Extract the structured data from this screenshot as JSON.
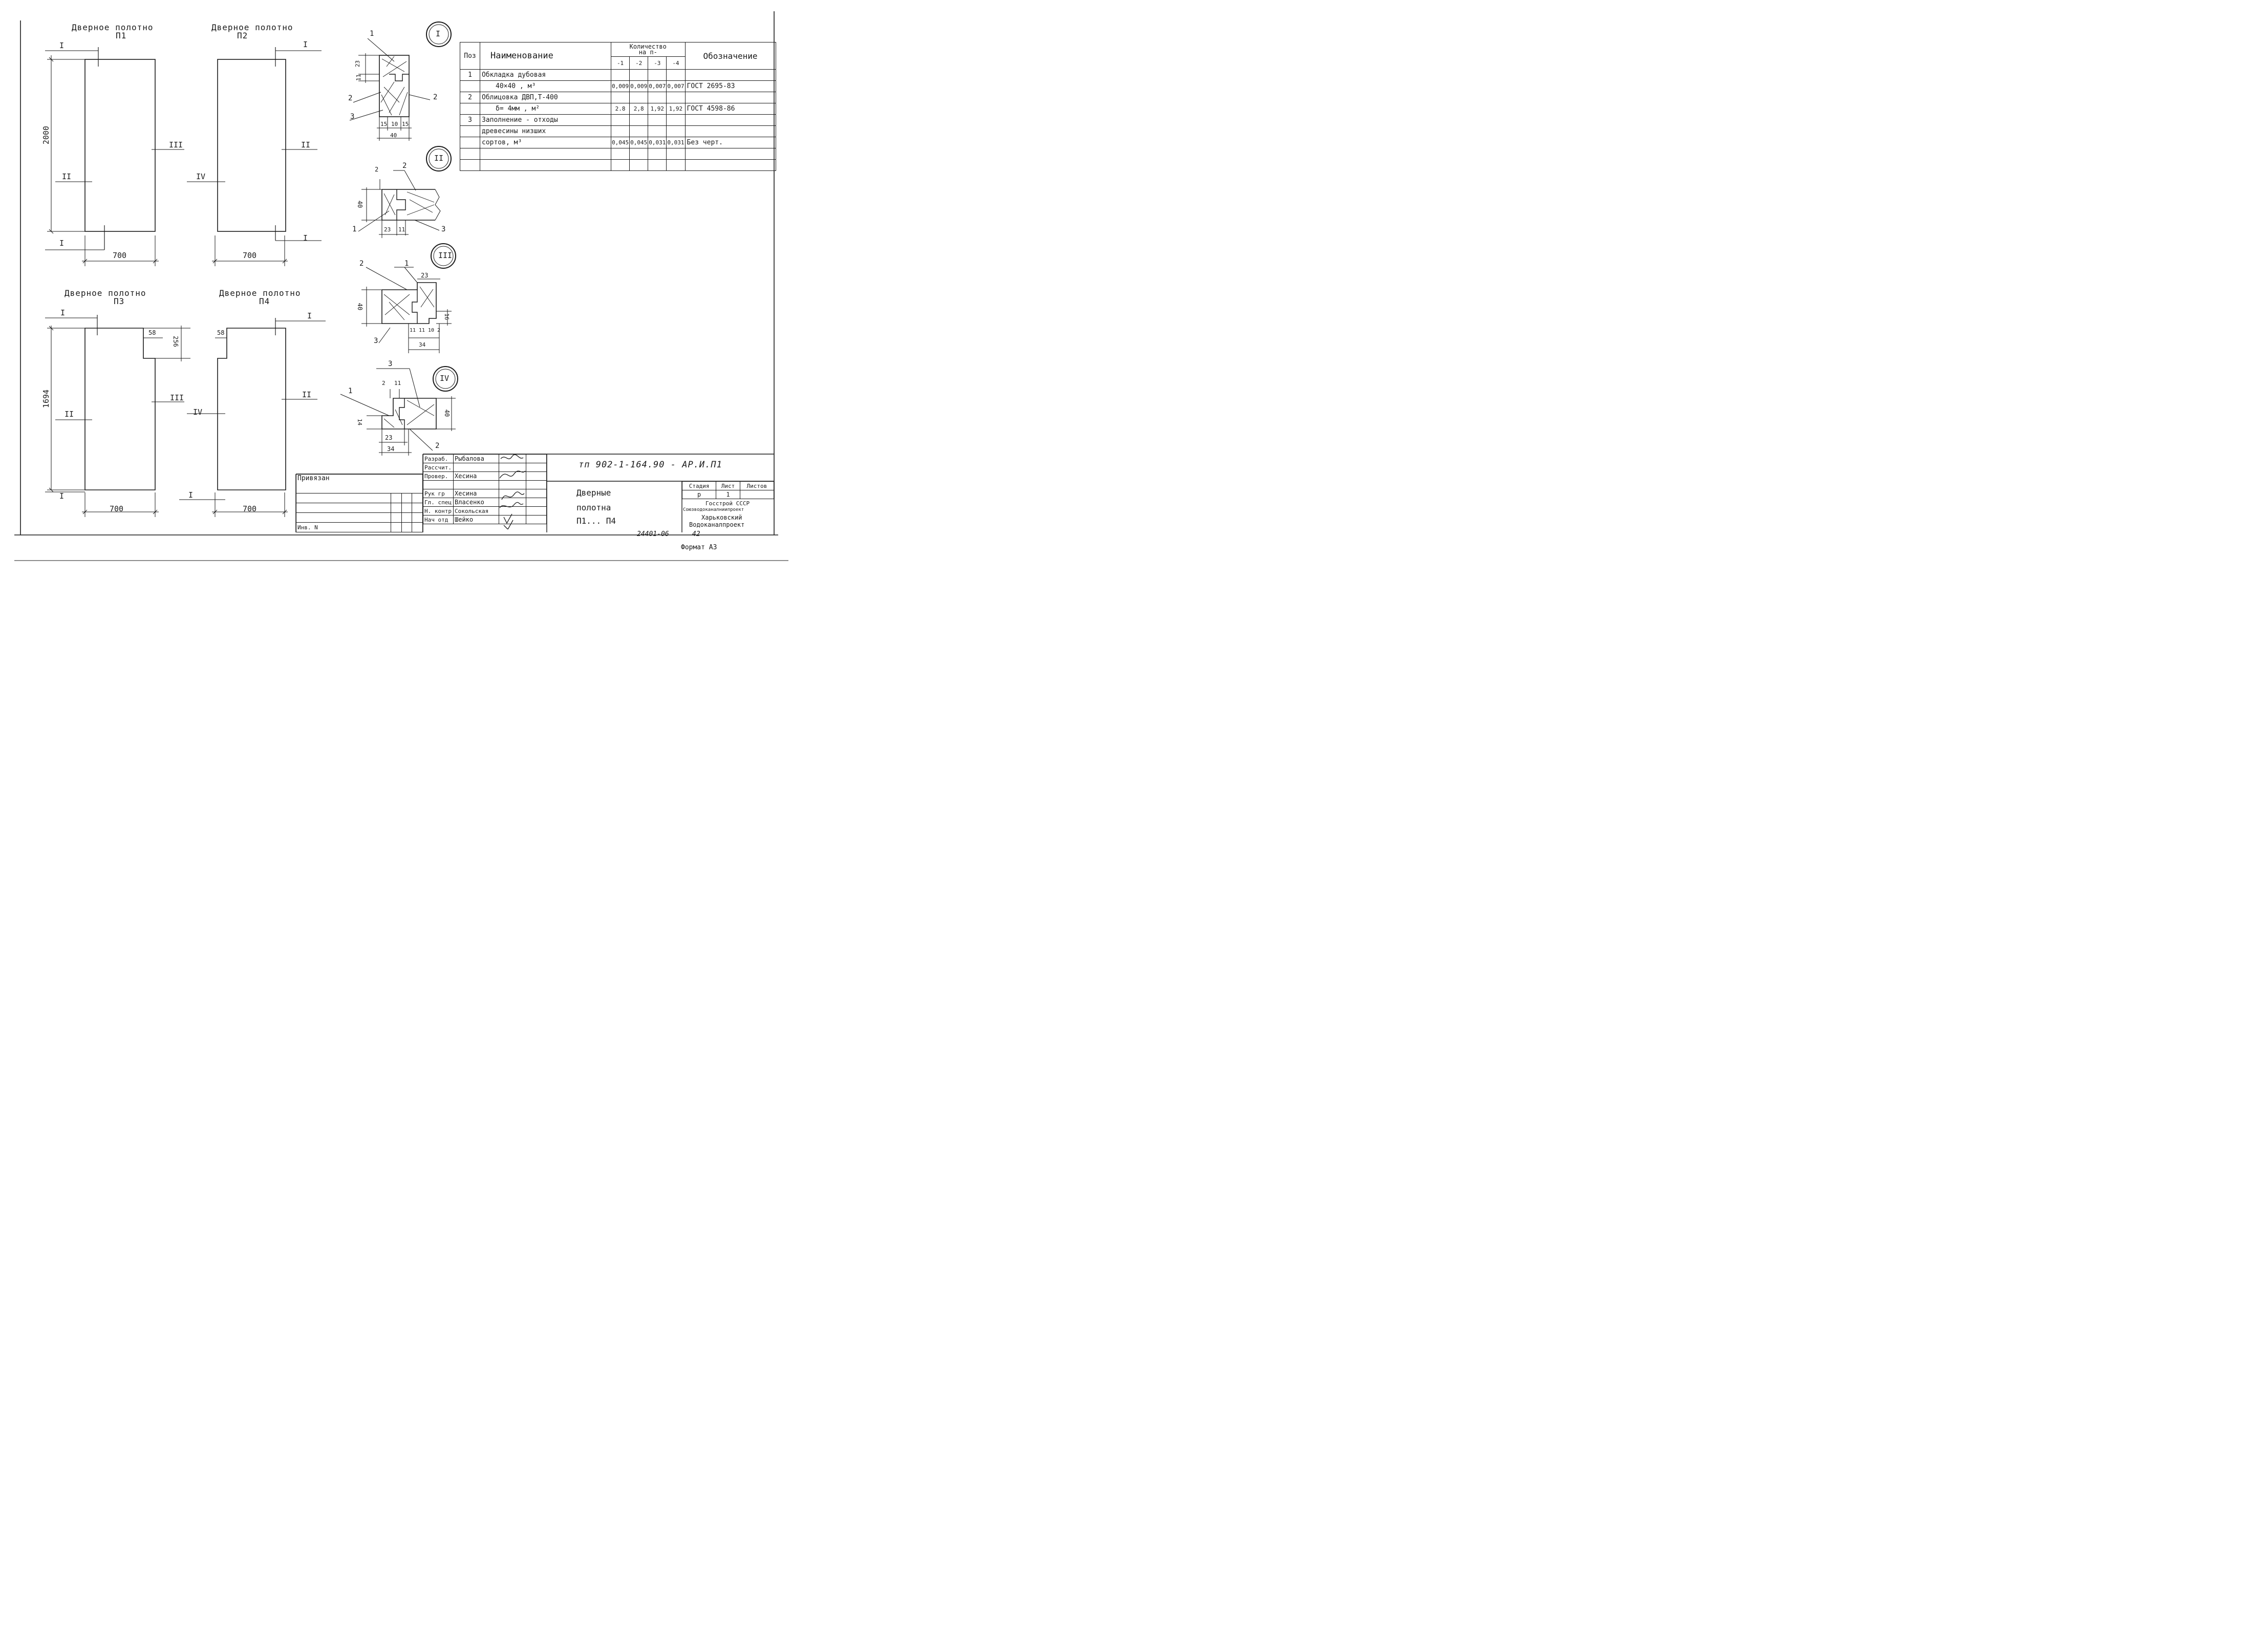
{
  "drawings": {
    "p1": {
      "title_line1": "Дверное полотно",
      "title_line2": "П1",
      "height_dim": "2000",
      "width_dim": "700",
      "mark_top": "I",
      "mark_bottom": "I",
      "mark_left": "II",
      "mark_right": "III"
    },
    "p2": {
      "title_line1": "Дверное полотно",
      "title_line2": "П2",
      "width_dim": "700",
      "mark_top": "I",
      "mark_bottom": "I",
      "mark_left": "IV",
      "mark_right": "II"
    },
    "p3": {
      "title_line1": "Дверное полотно",
      "title_line2": "П3",
      "height_dim": "1694",
      "width_dim": "700",
      "notch_w": "58",
      "notch_h": "256",
      "mark_top": "I",
      "mark_bottom": "I",
      "mark_left": "II",
      "mark_right": "III"
    },
    "p4": {
      "title_line1": "Дверное полотно",
      "title_line2": "П4",
      "width_dim": "700",
      "notch_w": "58",
      "mark_top": "I",
      "mark_bottom": "I",
      "mark_left": "IV",
      "mark_right": "II"
    }
  },
  "sections": {
    "s1": {
      "mark": "I",
      "callouts": [
        "1",
        "2",
        "2",
        "3"
      ],
      "dims": [
        "23",
        "11",
        "15",
        "10",
        "15",
        "40"
      ]
    },
    "s2": {
      "mark": "II",
      "callouts": [
        "2",
        "2",
        "1",
        "3"
      ],
      "dims": [
        "40",
        "23",
        "11"
      ]
    },
    "s3": {
      "mark": "III",
      "callouts": [
        "2",
        "1",
        "3"
      ],
      "dims": [
        "23",
        "40",
        "16",
        "11",
        "11",
        "10",
        "2",
        "34"
      ]
    },
    "s4": {
      "mark": "IV",
      "callouts": [
        "3",
        "1",
        "2"
      ],
      "dims": [
        "2",
        "11",
        "14",
        "40",
        "23",
        "34"
      ]
    }
  },
  "spec_table": {
    "headers": {
      "pos": "Поз",
      "name": "Наименование",
      "qty_line1": "Количество",
      "qty_line2": "на п-",
      "designation": "Обозначение",
      "cols": [
        "-1",
        "-2",
        "-3",
        "-4"
      ]
    },
    "rows": [
      {
        "pos": "1",
        "name": "Обкладка дубовая",
        "q": [
          "",
          "",
          "",
          ""
        ],
        "designation": ""
      },
      {
        "pos": "",
        "name": "40×40 , м³",
        "q": [
          "0,009",
          "0,009",
          "0,007",
          "0,007"
        ],
        "designation": "ГОСТ 2695-83"
      },
      {
        "pos": "2",
        "name": "Облицовка ДВП,Т-400",
        "q": [
          "",
          "",
          "",
          ""
        ],
        "designation": ""
      },
      {
        "pos": "",
        "name": "δ= 4мм , м²",
        "q": [
          "2.8",
          "2,8",
          "1,92",
          "1,92"
        ],
        "designation": "ГОСТ 4598-86"
      },
      {
        "pos": "3",
        "name": "Заполнение - отходы",
        "q": [
          "",
          "",
          "",
          ""
        ],
        "designation": ""
      },
      {
        "pos": "",
        "name": "древесины низших",
        "q": [
          "",
          "",
          "",
          ""
        ],
        "designation": ""
      },
      {
        "pos": "",
        "name": "сортов, м³",
        "q": [
          "0,045",
          "0,045",
          "0,031",
          "0,031"
        ],
        "designation": "Без черт."
      },
      {
        "pos": "",
        "name": "",
        "q": [
          "",
          "",
          "",
          ""
        ],
        "designation": ""
      },
      {
        "pos": "",
        "name": "",
        "q": [
          "",
          "",
          "",
          ""
        ],
        "designation": ""
      }
    ]
  },
  "title_block": {
    "privyazan": "Привязан",
    "inv": "Инв. N",
    "roles": [
      {
        "role": "Разраб.",
        "name": "Рыбалова"
      },
      {
        "role": "Рассчит.",
        "name": ""
      },
      {
        "role": "Провер.",
        "name": "Хесина"
      },
      {
        "role": "",
        "name": ""
      },
      {
        "role": "Рук гр",
        "name": "Хесина"
      },
      {
        "role": "Гл. спец",
        "name": "Власенко"
      },
      {
        "role": "Н. контр",
        "name": "Сокольская"
      },
      {
        "role": "Нач отд",
        "name": "Шейко"
      }
    ],
    "doc_code": "тп 902-1-164.90 - АР.И.П1",
    "doc_name": [
      "Дверные",
      "полотна",
      "П1... П4"
    ],
    "stage_label": "Стадия",
    "sheet_label": "Лист",
    "sheets_label": "Листов",
    "stage": "р",
    "sheet": "1",
    "sheets": "",
    "org": [
      "Госстрой СССР",
      "Союзводоканалниипроект",
      "Харьковский",
      "Водоканалпроект"
    ]
  },
  "footer": {
    "archive_no": "24401-06",
    "page": "42",
    "format": "Формат А3"
  }
}
